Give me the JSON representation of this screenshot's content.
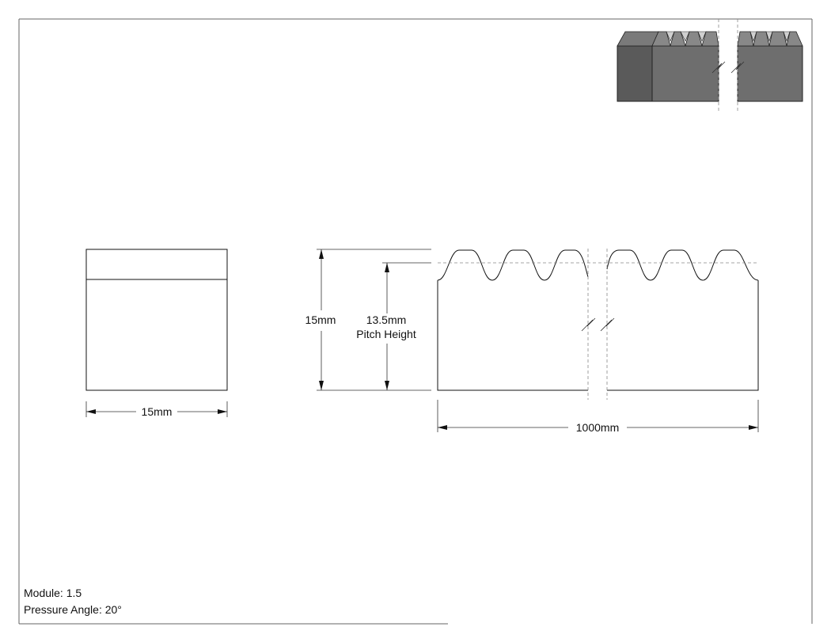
{
  "side_view": {
    "width_label": "15mm"
  },
  "front_view": {
    "height_label": "15mm",
    "pitch_height_label": "13.5mm",
    "pitch_height_caption": "Pitch Height",
    "length_label": "1000mm"
  },
  "notes": {
    "module": "Module: 1.5",
    "pressure_angle": "Pressure Angle: 20°"
  },
  "colors": {
    "line": "#111111",
    "rack_body": "#6e6e6e",
    "rack_end": "#5a5a5a",
    "rack_top": "#8a8a8a",
    "hidden_line": "#888888",
    "frame": "#666666"
  }
}
